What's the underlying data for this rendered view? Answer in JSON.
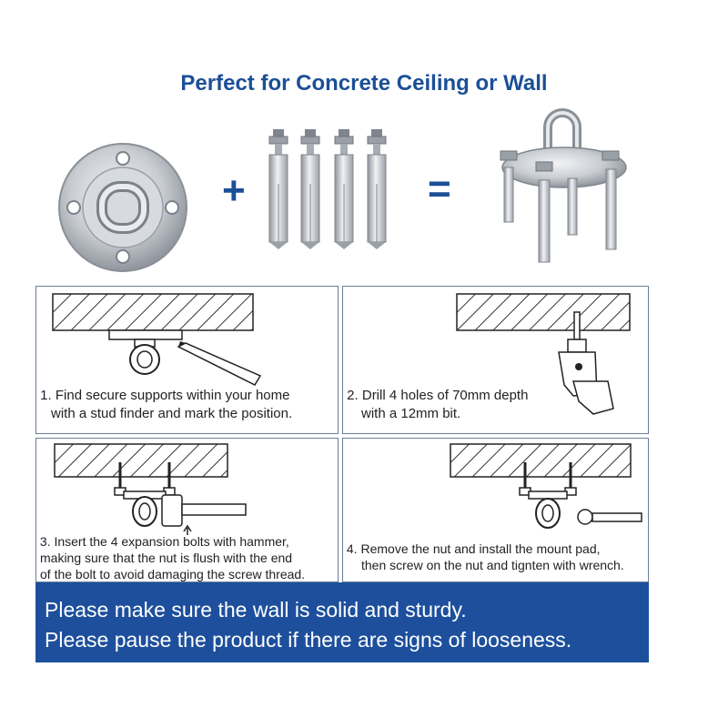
{
  "title": "Perfect for Concrete Ceiling or Wall",
  "operators": {
    "plus": "+",
    "equals": "="
  },
  "steps": [
    {
      "number": "1.",
      "line1": "Find secure supports within your home",
      "line2": "with a stud finder and mark the position.",
      "line3": ""
    },
    {
      "number": "2.",
      "line1": "Drill 4 holes of 70mm depth",
      "line2": "with a 12mm bit.",
      "line3": ""
    },
    {
      "number": "3.",
      "line1": "Insert the 4 expansion bolts with hammer,",
      "line2": "making sure that the nut is flush with the end",
      "line3": "of the bolt to avoid damaging the screw thread."
    },
    {
      "number": "4.",
      "line1": "Remove the nut and install the mount pad,",
      "line2": "then screw on the nut and tignten with wrench.",
      "line3": ""
    }
  ],
  "banner": {
    "line1": "Please make sure the wall is solid and sturdy.",
    "line2": "Please pause the product if there are signs of looseness."
  },
  "colors": {
    "brand_blue": "#1d4f9c",
    "title_blue": "#1b4f97",
    "panel_border": "#6b7f99",
    "steel": "#b9bec4"
  },
  "icons": [
    "mount-pad-icon",
    "expansion-bolt-icon",
    "assembled-mount-icon",
    "pencil-icon",
    "drill-icon",
    "hammer-icon",
    "wrench-icon"
  ]
}
